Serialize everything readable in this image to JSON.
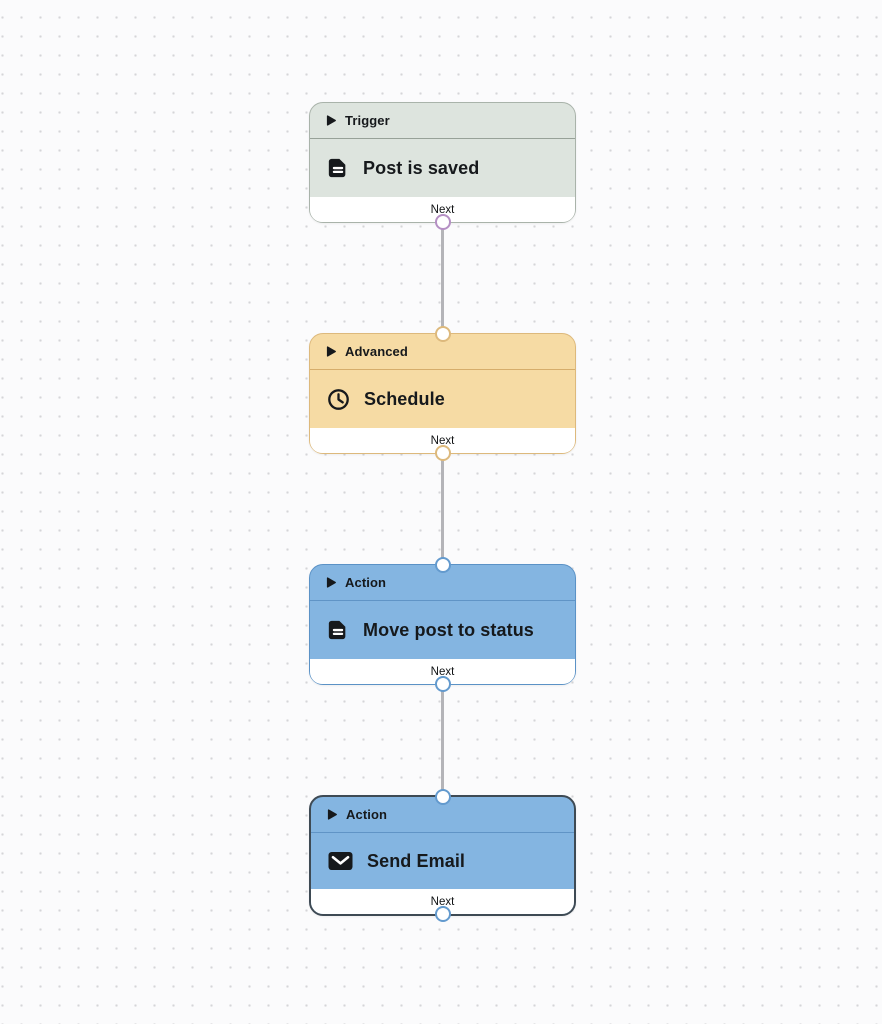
{
  "canvas": {
    "background": "#fbfbfc",
    "dot_color": "#d5d5d8",
    "connector_color": "#b4b4b8"
  },
  "nodes": [
    {
      "category": "Trigger",
      "label": "Post is saved",
      "icon": "document-icon",
      "next_label": "Next",
      "selected": false,
      "colors": {
        "background": "#dde4de",
        "border": "#a9b3aa",
        "separator": "#97a198",
        "port": "#b58fc4"
      }
    },
    {
      "category": "Advanced",
      "label": "Schedule",
      "icon": "clock-icon",
      "next_label": "Next",
      "selected": false,
      "colors": {
        "background": "#f6dba4",
        "border": "#ddb97c",
        "separator": "#d6ad6b",
        "port": "#ddb97c"
      }
    },
    {
      "category": "Action",
      "label": "Move post to status",
      "icon": "document-icon",
      "next_label": "Next",
      "selected": false,
      "colors": {
        "background": "#84b5e1",
        "border": "#5b92c6",
        "separator": "#6094c6",
        "port": "#639ace"
      }
    },
    {
      "category": "Action",
      "label": "Send Email",
      "icon": "envelope-icon",
      "next_label": "Next",
      "selected": true,
      "colors": {
        "background": "#84b5e1",
        "border": "#3e4a54",
        "separator": "#6094c6",
        "port": "#639ace"
      }
    }
  ]
}
